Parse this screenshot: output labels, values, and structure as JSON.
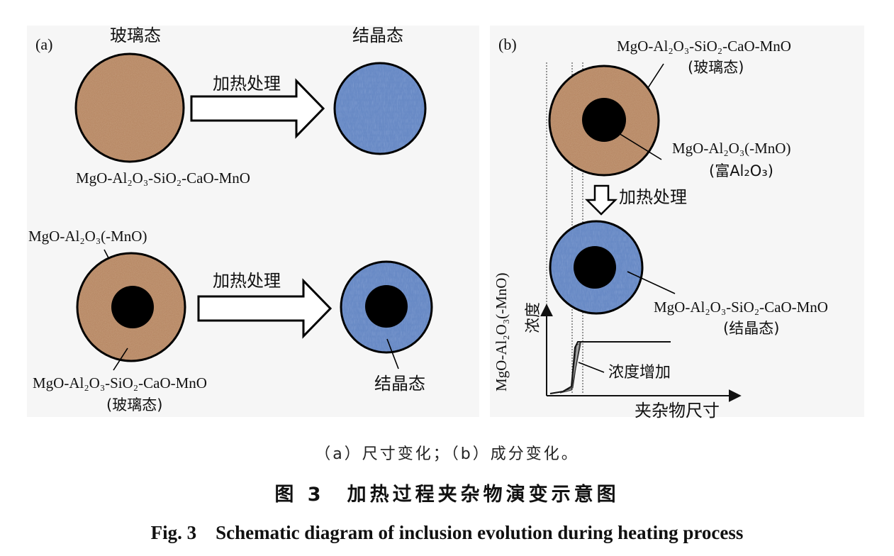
{
  "panel_a": {
    "label": "(a)",
    "glass_state": "玻璃态",
    "crystal_state": "结晶态",
    "heat_treatment": "加热处理",
    "oxide_full": "MgO-Al₂O₃-SiO₂-CaO-MnO",
    "core_oxide": "MgO-Al₂O₃(-MnO)",
    "glass_paren": "(玻璃态)",
    "crystal_label": "结晶态"
  },
  "panel_b": {
    "label": "(b)",
    "oxide_full": "MgO-Al₂O₃-SiO₂-CaO-MnO",
    "glass_paren": "(玻璃态)",
    "core_oxide": "MgO-Al₂O₃(-MnO)",
    "rich_al2o3": "(富Al₂O₃)",
    "heat_treatment": "加热处理",
    "crystal_paren": "(结晶态)",
    "y_axis_oxide": "MgO-Al₂O₃(-MnO)",
    "y_axis_conc": "浓度",
    "x_axis": "夹杂物尺寸",
    "conc_increase": "浓度增加"
  },
  "captions": {
    "sub": "（a）尺寸变化；（b）成分变化。",
    "zh": "图 3　加热过程夹杂物演变示意图",
    "en": "Fig. 3　Schematic diagram of inclusion evolution during heating process"
  },
  "colors": {
    "glass": "#b4825e",
    "crystal": "#6688c4",
    "core": "#000000",
    "panel_bg": "#f6f6f6",
    "band_fill": "#a8a8a8"
  }
}
